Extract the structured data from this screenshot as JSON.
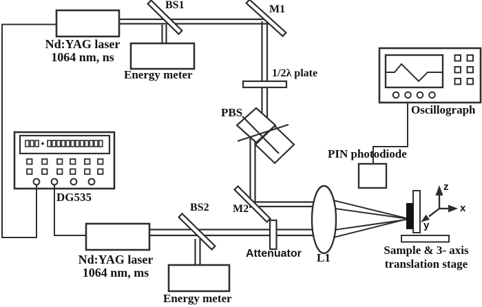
{
  "diagram": {
    "title_hint": "Two-laser optical damage test setup",
    "colors": {
      "line": "#2e2e2e",
      "background": "#ffffff",
      "sample_fill": "#141414",
      "text": "#111111"
    },
    "labels": {
      "laser_ns_line1": "Nd:YAG laser",
      "laser_ns_line2": "1064 nm, ns",
      "bs1": "BS1",
      "m1": "M1",
      "energy_meter_top": "Energy meter",
      "half_wave_plate": "1/2λ plate",
      "pbs": "PBS",
      "oscillograph": "Oscillograph",
      "pin_photodiode": "PIN photodiode",
      "dg535": "DG535",
      "bs2": "BS2",
      "m2": "M2",
      "attenuator": "Attenuator",
      "l1": "L1",
      "laser_ms_line1": "Nd:YAG laser",
      "laser_ms_line2": "1064 nm, ms",
      "energy_meter_bottom": "Energy meter",
      "sample_line1": "Sample & 3- axis",
      "sample_line2": "translation stage",
      "axis_x": "x",
      "axis_y": "y",
      "axis_z": "z"
    }
  }
}
